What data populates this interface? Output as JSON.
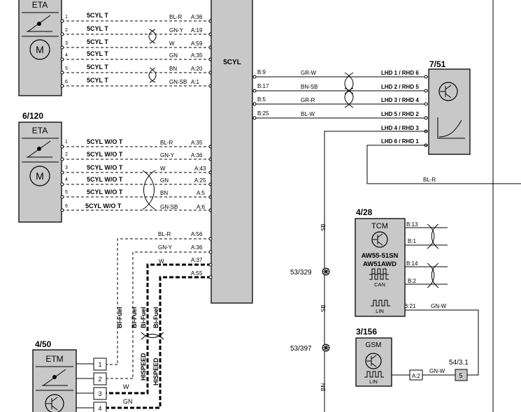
{
  "eta1": {
    "label": "ETA",
    "rows": [
      {
        "pin": "1",
        "sig": "5CYL T",
        "color": "BL-R",
        "term": "A:36"
      },
      {
        "pin": "2",
        "sig": "5CYL T",
        "color": "GN-Y",
        "term": "A:19"
      },
      {
        "pin": "3",
        "sig": "5CYL T",
        "color": "W",
        "term": "A:59"
      },
      {
        "pin": "4",
        "sig": "5CYL T",
        "color": "GN",
        "term": "A:35"
      },
      {
        "pin": "5",
        "sig": "5CYL T",
        "color": "BN",
        "term": "A:20"
      },
      {
        "pin": "6",
        "sig": "5CYL T",
        "color": "GN-SB",
        "term": "A:1"
      }
    ]
  },
  "eta2": {
    "id": "6/120",
    "label": "ETA",
    "rows": [
      {
        "pin": "1",
        "sig": "5CYL W/O T",
        "color": "BL-R",
        "term": "A:35"
      },
      {
        "pin": "2",
        "sig": "5CYL W/O T",
        "color": "GN-Y",
        "term": "A:36"
      },
      {
        "pin": "3",
        "sig": "5CYL W/O T",
        "color": "W",
        "term": "A:43"
      },
      {
        "pin": "4",
        "sig": "5CYL W/O T",
        "color": "GN",
        "term": "A:25"
      },
      {
        "pin": "5",
        "sig": "5CYL W/O T",
        "color": "BN",
        "term": "A:5"
      },
      {
        "pin": "6",
        "sig": "5CYL W/O T",
        "color": "GN-SB",
        "term": "A:6"
      }
    ]
  },
  "ecm": {
    "label": "5CYL",
    "right_rows": [
      {
        "term": "B:9",
        "color": "GR-W",
        "dest": "LHD 1 / RHD 6"
      },
      {
        "term": "B:17",
        "color": "BN-SB",
        "dest": "LHD 2 / RHD 5"
      },
      {
        "term": "B:5",
        "color": "GR-R",
        "dest": "LHD 3 / RHD 4"
      },
      {
        "term": "B:25",
        "color": "BL-W",
        "dest": "LHD 5 / RHD 2"
      }
    ],
    "left_rows": [
      {
        "color": "BL-R",
        "term": "A:56"
      },
      {
        "color": "GN-Y",
        "term": "A:36"
      },
      {
        "color": "W",
        "term": "A:37"
      },
      {
        "color": "",
        "term": "A:55"
      }
    ]
  },
  "pedal": {
    "id": "7/51",
    "extra_rows": [
      "LHD 4 / RHD 3",
      "LHD 6 / RHD 1"
    ],
    "bottom_wire": "BL-R"
  },
  "tcm": {
    "id": "4/28",
    "label": "TCM",
    "model1": "AW55-51SN",
    "model2": "AW51AWD",
    "can": "CAN",
    "lin": "LIN",
    "terms": [
      "B:13",
      "B:1",
      "B:14",
      "B:2",
      "B:21"
    ],
    "lin_color": "GN-W"
  },
  "gsm": {
    "id": "3/156",
    "label": "GSM",
    "lin": "LIN",
    "term": "A:2",
    "color": "GN-W"
  },
  "splice": {
    "label": "54/3.1",
    "num": "5"
  },
  "grounds": {
    "g1": "53/329",
    "g2": "53/397",
    "wire1": "SB",
    "wire2": "SB",
    "wire3": "BN"
  },
  "etm": {
    "id": "4/50",
    "label": "ETM",
    "pins": [
      "1",
      "2",
      "3",
      "4"
    ],
    "wire_w": "W",
    "wire_gn": "GN",
    "bifuel": [
      "Bi-Fuel",
      "Bi-Fuel",
      "Bi-Fuel",
      "Bi-Fuel"
    ],
    "hispeed": [
      "HISPEED",
      "HISPEED"
    ]
  }
}
